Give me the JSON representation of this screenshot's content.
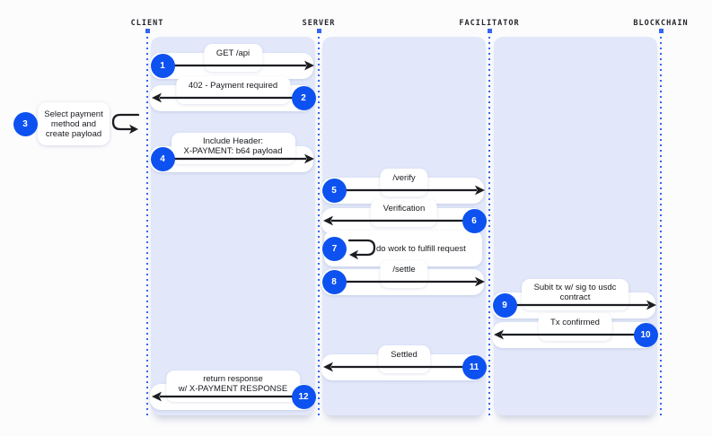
{
  "diagram": {
    "type": "sequence-diagram",
    "colors": {
      "accent": "#0d52f0",
      "panel": "#e2e8fa",
      "lifeline": "#3566f2",
      "arrow": "#1b1d21",
      "label": "#17191e",
      "header": "#25272c",
      "background": "#fcfcfd",
      "bubble": "#ffffff"
    },
    "actors": [
      {
        "id": "client",
        "label": "CLIENT"
      },
      {
        "id": "server",
        "label": "SERVER"
      },
      {
        "id": "facilitator",
        "label": "FACILITATOR"
      },
      {
        "id": "blockchain",
        "label": "BLOCKCHAIN"
      }
    ],
    "messages": [
      {
        "num": "1",
        "label": "GET /api",
        "from": "client",
        "to": "server",
        "kind": "message"
      },
      {
        "num": "2",
        "label": "402 - Payment required",
        "from": "server",
        "to": "client",
        "kind": "message"
      },
      {
        "num": "3",
        "label": "Select payment\nmethod and\ncreate payload",
        "from": "client",
        "to": "client",
        "kind": "note"
      },
      {
        "num": "4",
        "label": "Include Header:\nX-PAYMENT: b64 payload",
        "from": "client",
        "to": "server",
        "kind": "message"
      },
      {
        "num": "5",
        "label": "/verify",
        "from": "server",
        "to": "facilitator",
        "kind": "message"
      },
      {
        "num": "6",
        "label": "Verification",
        "from": "facilitator",
        "to": "server",
        "kind": "message"
      },
      {
        "num": "7",
        "label": "do work to fulfill request",
        "from": "server",
        "to": "server",
        "kind": "self"
      },
      {
        "num": "8",
        "label": "/settle",
        "from": "server",
        "to": "facilitator",
        "kind": "message"
      },
      {
        "num": "9",
        "label": "Subit tx w/ sig to usdc\ncontract",
        "from": "facilitator",
        "to": "blockchain",
        "kind": "message"
      },
      {
        "num": "10",
        "label": "Tx confirmed",
        "from": "blockchain",
        "to": "facilitator",
        "kind": "message"
      },
      {
        "num": "11",
        "label": "Settled",
        "from": "facilitator",
        "to": "server",
        "kind": "message"
      },
      {
        "num": "12",
        "label": "return response\nw/ X-PAYMENT RESPONSE",
        "from": "server",
        "to": "client",
        "kind": "message"
      }
    ]
  }
}
